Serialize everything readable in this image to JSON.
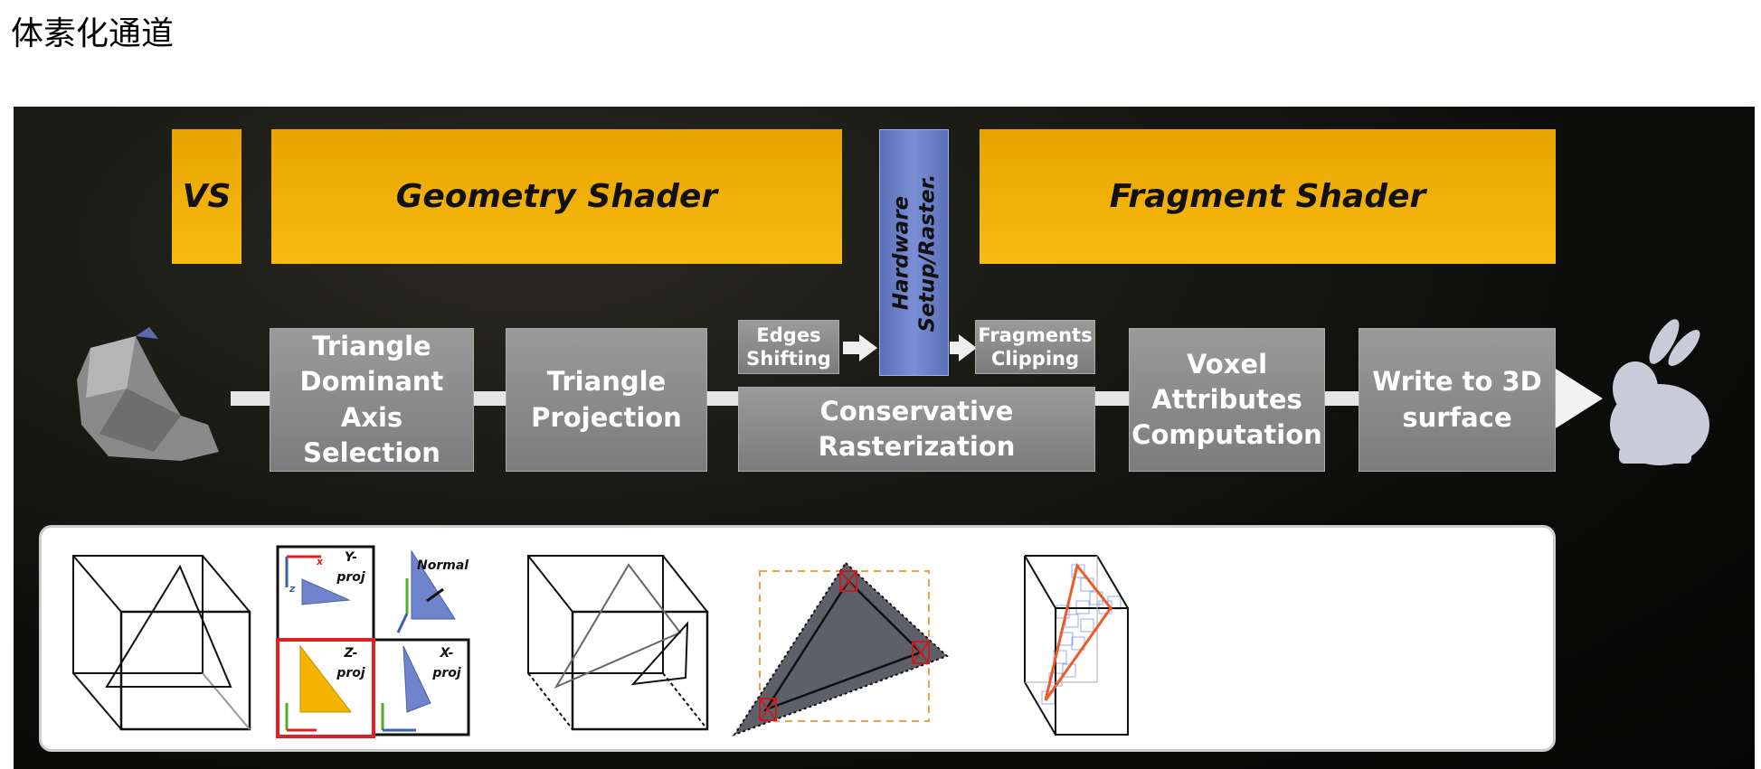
{
  "title": "体素化通道",
  "stages": {
    "vs": "VS",
    "geometry": "Geometry Shader",
    "hardware": "Hardware Setup/Raster.",
    "fragment": "Fragment Shader"
  },
  "steps": {
    "dominant_axis": "Triangle Dominant Axis Selection",
    "projection": "Triangle Projection",
    "edges_shifting": "Edges Shifting",
    "fragments_clipping": "Fragments Clipping",
    "conservative": "Conservative Rasterization",
    "voxel_attributes": "Voxel Attributes Computation",
    "write_3d": "Write to 3D surface"
  },
  "figure_labels": {
    "y_proj": "Y-proj",
    "z_proj": "Z-proj",
    "x_proj": "X-proj",
    "normal": "Normal",
    "x": "x",
    "z": "z"
  },
  "colors": {
    "stage": "#f0b000",
    "hardware": "#6f84cc",
    "step": "#8a8a8a",
    "background": "#0d0d0b",
    "projection_highlight": "#e02020",
    "orange_triangle": "#f05a28"
  }
}
